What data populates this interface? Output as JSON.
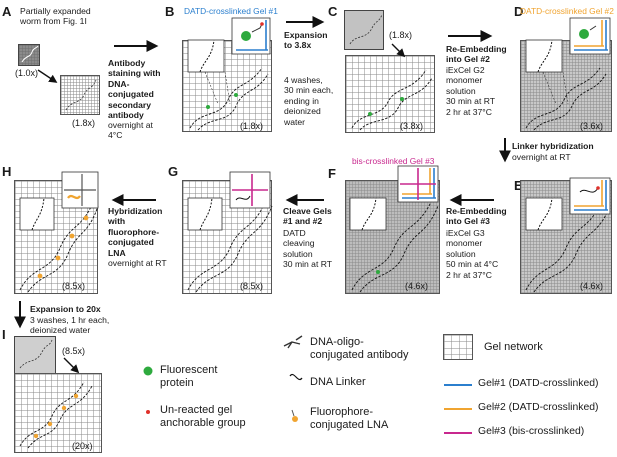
{
  "panels": {
    "A": {
      "letter": "A",
      "caption_l1": "Partially expanded",
      "caption_l2": "worm from Fig. 1I",
      "mag1": "(1.0x)",
      "mag2": "(1.8x)"
    },
    "B": {
      "letter": "B",
      "header": "DATD-crosslinked Gel #1",
      "mag": "(1.8x)"
    },
    "C": {
      "letter": "C",
      "mag_thumb": "(1.8x)",
      "mag": "(3.8x)"
    },
    "D": {
      "letter": "D",
      "header": "DATD-crosslinked Gel #2",
      "mag": "(3.6x)"
    },
    "E": {
      "letter": "E",
      "mag": "(4.6x)"
    },
    "F": {
      "letter": "F",
      "header": "bis-crosslinked Gel #3",
      "mag": "(4.6x)"
    },
    "G": {
      "letter": "G",
      "mag": "(8.5x)"
    },
    "H": {
      "letter": "H",
      "mag": "(8.5x)"
    },
    "I": {
      "letter": "I",
      "mag_thumb": "(8.5x)",
      "mag": "(20x)"
    }
  },
  "steps": {
    "AB": {
      "l1": "Antibody",
      "l2": "staining with",
      "l3": "DNA-",
      "l4": "conjugated",
      "l5": "secondary",
      "l6": "antibody",
      "l7": "overnight at",
      "l8": "4°C"
    },
    "BC": {
      "l1": "Expansion",
      "l2": "to 3.8x",
      "l3": "4 washes,",
      "l4": "30 min each,",
      "l5": "ending in",
      "l6": "deionized",
      "l7": "water"
    },
    "CD": {
      "l1": "Re-Embedding",
      "l2": "into Gel #2",
      "l3": "iExCel G2",
      "l4": "monomer",
      "l5": "solution",
      "l6": "30 min at RT",
      "l7": "2 hr at 37°C"
    },
    "DE": {
      "l1": "Linker hybridization",
      "l2": "overnight at RT"
    },
    "EF": {
      "l1": "Re-Embedding",
      "l2": "into Gel #3",
      "l3": "iExCel G3",
      "l4": "monomer",
      "l5": "solution",
      "l6": "50 min at 4°C",
      "l7": "2 hr at 37°C"
    },
    "FG": {
      "l1": "Cleave Gels",
      "l2": "#1 and #2",
      "l3": "DATD",
      "l4": "cleaving",
      "l5": "solution",
      "l6": "30 min at RT"
    },
    "GH": {
      "l1": "Hybridization",
      "l2": "with",
      "l3": "fluorophore-",
      "l4": "conjugated",
      "l5": "LNA",
      "l6": "overnight at RT"
    },
    "HI": {
      "l1": "Expansion to 20x",
      "l2": "3 washes, 1 hr each,",
      "l3": "deionized water"
    }
  },
  "legend": {
    "fluor_l1": "Fluorescent",
    "fluor_l2": "protein",
    "unreacted_l1": "Un-reacted gel",
    "unreacted_l2": "anchorable group",
    "dna_oligo_l1": "DNA-oligo-",
    "dna_oligo_l2": "conjugated antibody",
    "linker": "DNA Linker",
    "lna_l1": "Fluorophore-",
    "lna_l2": "conjugated LNA",
    "gel_network": "Gel network",
    "gel1": "Gel#1 (DATD-crosslinked)",
    "gel2": "Gel#2 (DATD-crosslinked)",
    "gel3": "Gel#3 (bis-crosslinked)"
  },
  "colors": {
    "gel1": "#2b7fce",
    "gel2": "#f0a430",
    "gel3": "#c8288e",
    "fluor": "#2eaa3e",
    "unreacted": "#e0302a",
    "lna": "#f0a430",
    "header_gel1": "#2b7fce",
    "header_gel2": "#f0a430",
    "header_gel3": "#c8288e"
  }
}
